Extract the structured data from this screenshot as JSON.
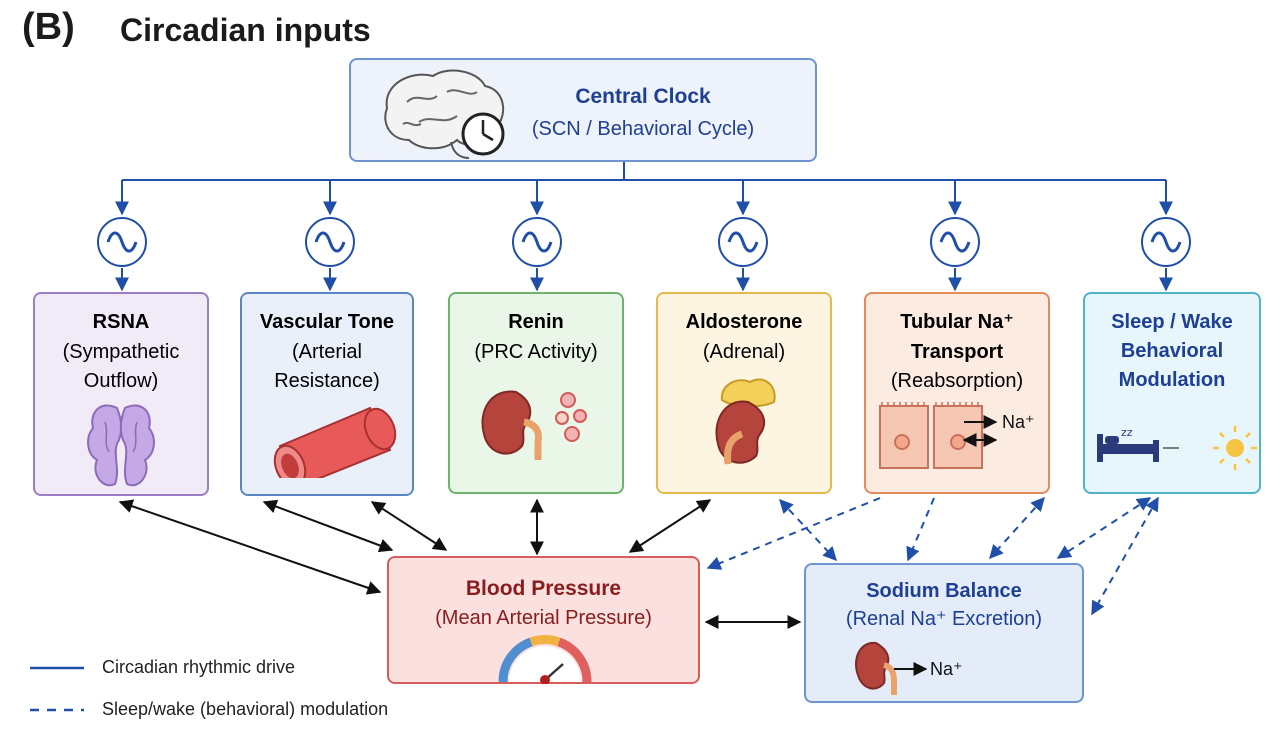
{
  "figure": {
    "panel_letter": "(B)",
    "title": "Circadian inputs"
  },
  "central_clock": {
    "title": "Central Clock",
    "subtitle": "(SCN / Behavioral Cycle)"
  },
  "inputs": [
    {
      "line1": "RSNA",
      "line2": "(Sympathetic",
      "line3": "Outflow)",
      "icon": "adrenal-glands-icon",
      "color": "#9b7fc6",
      "fill": "#f1ebf8"
    },
    {
      "line1": "Vascular Tone",
      "line2": "(Arterial",
      "line3": "Resistance)",
      "icon": "blood-vessel-icon",
      "color": "#5b86c6",
      "fill": "#eaf0fa"
    },
    {
      "line1": "Renin",
      "line2": "(PRC Activity)",
      "line3": "",
      "icon": "kidney-renin-icon",
      "color": "#6db36a",
      "fill": "#eaf6e8"
    },
    {
      "line1": "Aldosterone",
      "line2": "(Adrenal)",
      "line3": "",
      "icon": "kidney-adrenal-icon",
      "color": "#e6b94f",
      "fill": "#fdf5e2"
    },
    {
      "line1": "Tubular Na⁺",
      "line2": "Transport",
      "line3": "(Reabsorption)",
      "icon": "tubule-cells-icon",
      "color": "#e58a5c",
      "fill": "#fcebe1"
    },
    {
      "line1": "Sleep / Wake",
      "line2": "Behavioral",
      "line3": "Modulation",
      "icon": "sleep-wake-icon",
      "color": "#4fb3c9",
      "fill": "#e6f6fa"
    }
  ],
  "blood_pressure": {
    "title": "Blood Pressure",
    "subtitle": "(Mean Arterial Pressure)"
  },
  "sodium_balance": {
    "title": "Sodium Balance",
    "subtitle": "(Renal Na⁺ Excretion)",
    "icon_label": "Na⁺"
  },
  "tubular_icon_label": "Na⁺",
  "legend": [
    {
      "style": "solid",
      "label": "Circadian rhythmic drive"
    },
    {
      "style": "dashed",
      "label": "Sleep/wake (behavioral) modulation"
    }
  ],
  "colors": {
    "drive": "#1f4fa8",
    "text_dark": "#1b1b1b",
    "navy_text": "#1d3f94",
    "bp_text": "#8a1c1c"
  }
}
